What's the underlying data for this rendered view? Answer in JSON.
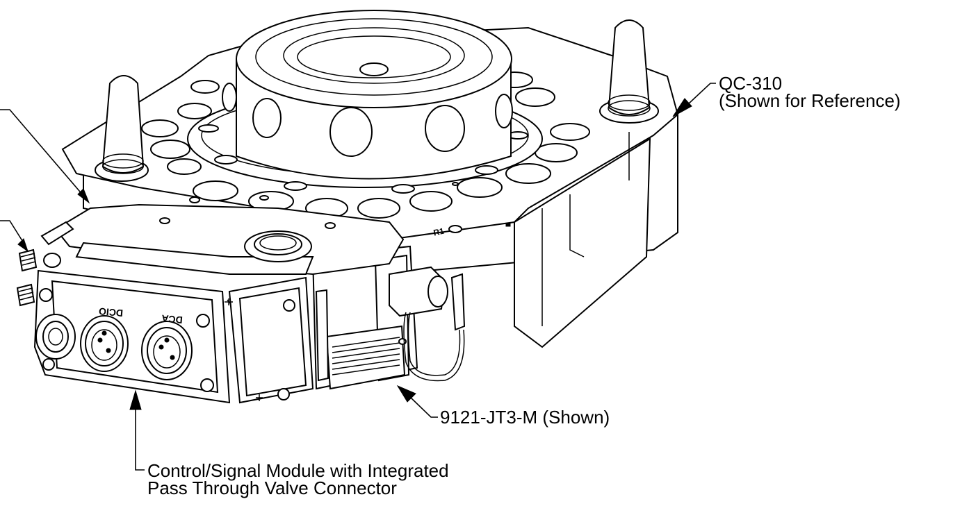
{
  "diagram": {
    "callouts": {
      "qc310": {
        "line1": "QC-310",
        "line2": "(Shown for Reference)"
      },
      "module_9121": {
        "text": "9121-JT3-M (Shown)"
      },
      "control_module": {
        "line1": "Control/Signal Module with Integrated",
        "line2": "Pass Through Valve Connector"
      }
    },
    "markings": {
      "connector_left": "DCIO",
      "connector_right": "DCA",
      "plate_mark": "R1"
    }
  }
}
